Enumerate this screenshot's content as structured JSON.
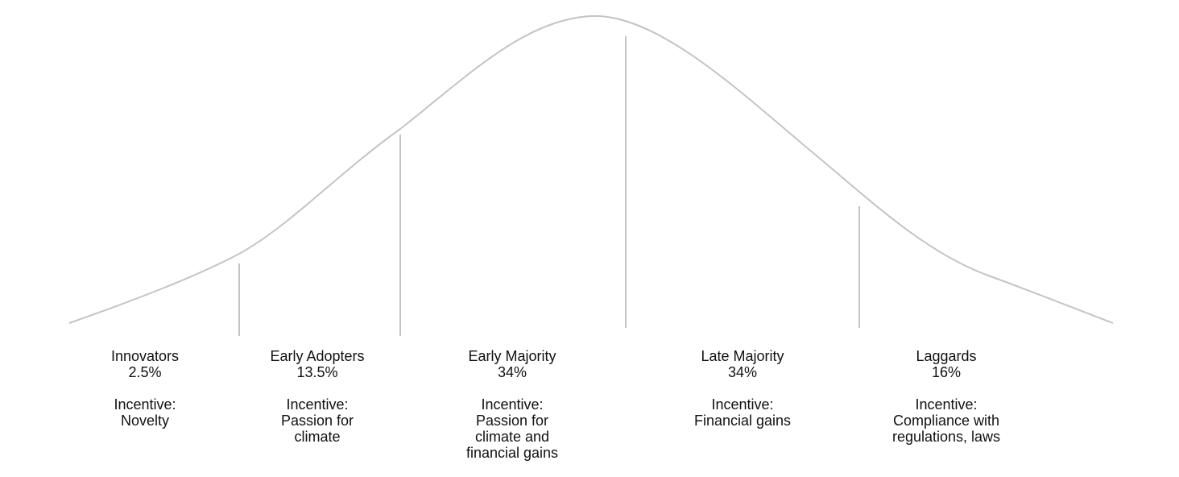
{
  "diagram": {
    "curve_type": "bell-curve",
    "colors": {
      "curve": "#c4c4c4",
      "dividers": "#c4c4c4",
      "text": "#111111"
    },
    "segments": [
      {
        "name": "Innovators",
        "percent": "2.5%",
        "incentive_label": "Incentive:",
        "incentive_lines": [
          "Novelty"
        ]
      },
      {
        "name": "Early Adopters",
        "percent": "13.5%",
        "incentive_label": "Incentive:",
        "incentive_lines": [
          "Passion for",
          "climate"
        ]
      },
      {
        "name": "Early Majority",
        "percent": "34%",
        "incentive_label": "Incentive:",
        "incentive_lines": [
          "Passion for",
          "climate and",
          "financial gains"
        ]
      },
      {
        "name": "Late Majority",
        "percent": "34%",
        "incentive_label": "Incentive:",
        "incentive_lines": [
          "Financial gains"
        ]
      },
      {
        "name": "Laggards",
        "percent": "16%",
        "incentive_label": "Incentive:",
        "incentive_lines": [
          "Compliance with",
          "regulations, laws"
        ]
      }
    ]
  }
}
